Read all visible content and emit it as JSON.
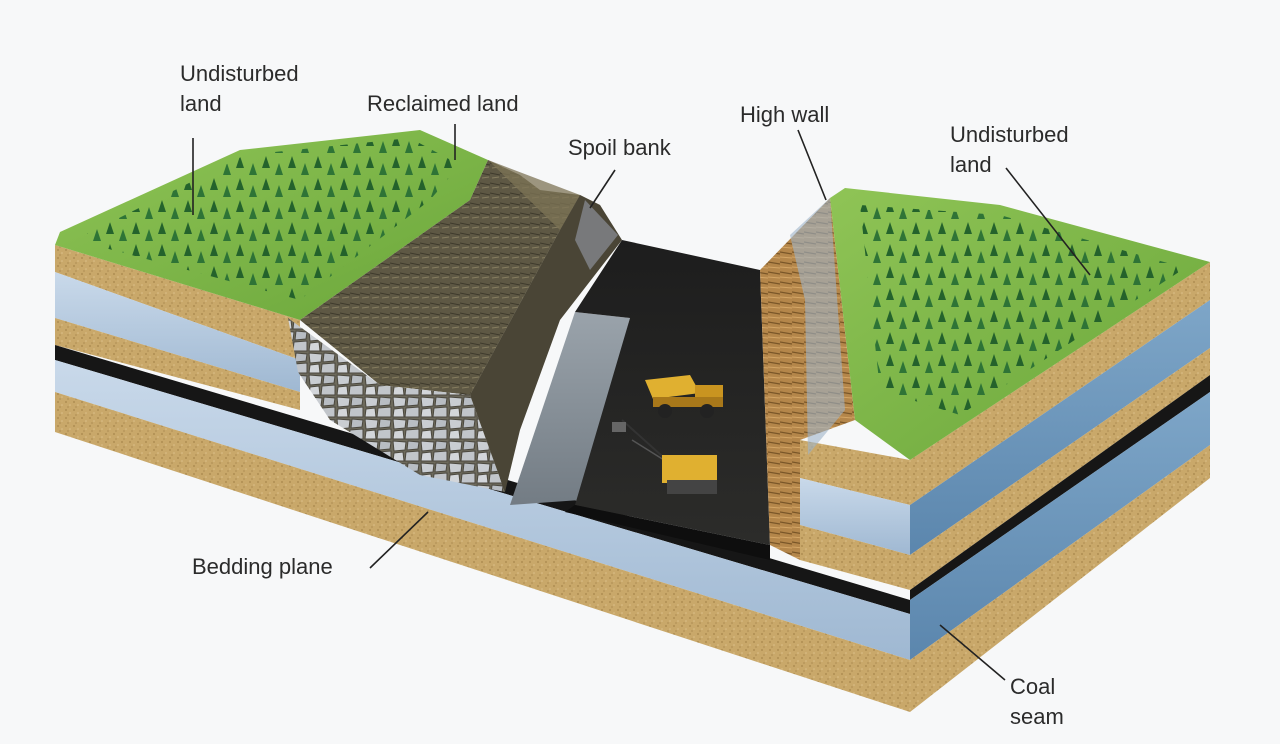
{
  "labels": {
    "undisturbed_left": [
      "Undisturbed",
      "land"
    ],
    "reclaimed": "Reclaimed land",
    "spoil_bank": "Spoil bank",
    "high_wall": "High wall",
    "undisturbed_right": [
      "Undisturbed",
      "land"
    ],
    "bedding_plane": "Bedding plane",
    "coal_seam": [
      "Coal",
      "seam"
    ]
  },
  "colors": {
    "grass": "#7cb342",
    "grass_dark": "#4e8a2e",
    "tree": "#1f5e2a",
    "sand": "#c9a86a",
    "shale": "#a9c1d9",
    "coal": "#161616",
    "spoil": "#5a5340",
    "rock": "#c7ccd1",
    "water": "#8b959d",
    "equipment": "#d9a520"
  },
  "icons": {
    "dump_truck": "dump-truck-icon",
    "dragline": "dragline-excavator-icon"
  }
}
